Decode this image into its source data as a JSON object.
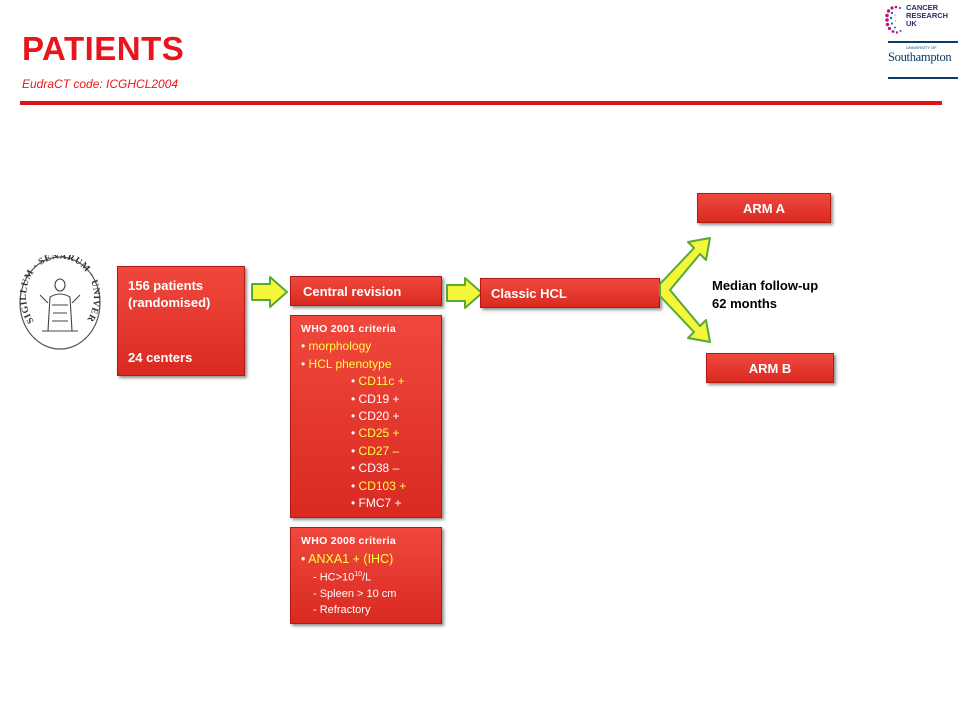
{
  "header": {
    "title": "PATIENTS",
    "subtitle": "EudraCT code: ICGHCL2004"
  },
  "logos": {
    "cancer_research": [
      "CANCER",
      "RESEARCH",
      "UK"
    ],
    "southampton_small": "UNIVERSITY OF",
    "southampton_big": "Southampton"
  },
  "seal": {
    "text": "SIGILLUM · SENARUM · UNIVERSITATIS"
  },
  "flow": {
    "patients": {
      "line1": "156 patients",
      "line2": "(randomised)",
      "line3": "24 centers"
    },
    "central_revision": "Central revision",
    "classic_hcl": "Classic HCL",
    "arm_a": "ARM A",
    "arm_b": "ARM B",
    "follow_up": {
      "line1": "Median follow-up",
      "line2": "62 months"
    }
  },
  "who2001": {
    "heading": "WHO 2001  criteria",
    "morphology": "morphology",
    "phenotype": "HCL phenotype",
    "markers": [
      "CD11c +",
      "CD19 +",
      "CD20 +",
      "CD25 +",
      "CD27 –",
      "CD38 –",
      "CD103 +",
      "FMC7 +"
    ]
  },
  "who2008": {
    "heading": "WHO 2008  criteria",
    "anxa": "ANXA1 + (IHC)",
    "hc_prefix": "- HC>10",
    "hc_sup": "10",
    "hc_suffix": "/L",
    "spleen": "- Spleen > 10 cm",
    "refractory": "- Refractory"
  },
  "colors": {
    "accent_red": "#e8161c",
    "box_red": "#e03a30",
    "highlight_yellow": "#ffff45",
    "arrow_fill": "#f5f53a",
    "arrow_stroke": "#57a935"
  }
}
